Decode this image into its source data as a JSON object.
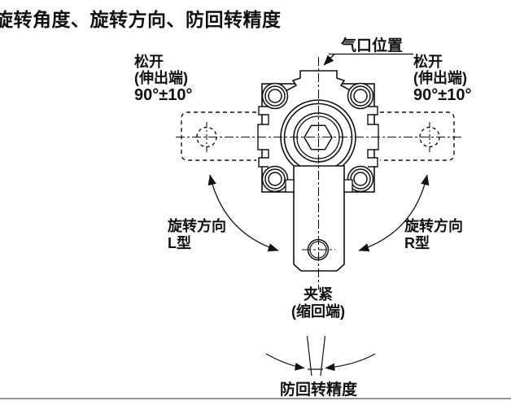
{
  "page": {
    "title": "旋转角度、旋转方向、防回转精度"
  },
  "diagram": {
    "port_position_label": "气口位置",
    "release_left": {
      "state": "松开",
      "end": "(伸出端)",
      "angle": "90°±10°"
    },
    "release_right": {
      "state": "松开",
      "end": "(伸出端)",
      "angle": "90°±10°"
    },
    "rotation_left": {
      "label": "旋转方向",
      "type": "L型"
    },
    "rotation_right": {
      "label": "旋转方向",
      "type": "R型"
    },
    "clamp": {
      "state": "夹紧",
      "end": "(缩回端)"
    },
    "anti_rotation_label": "防回转精度",
    "colors": {
      "line": "#111111",
      "divider": "#8e959c"
    }
  }
}
